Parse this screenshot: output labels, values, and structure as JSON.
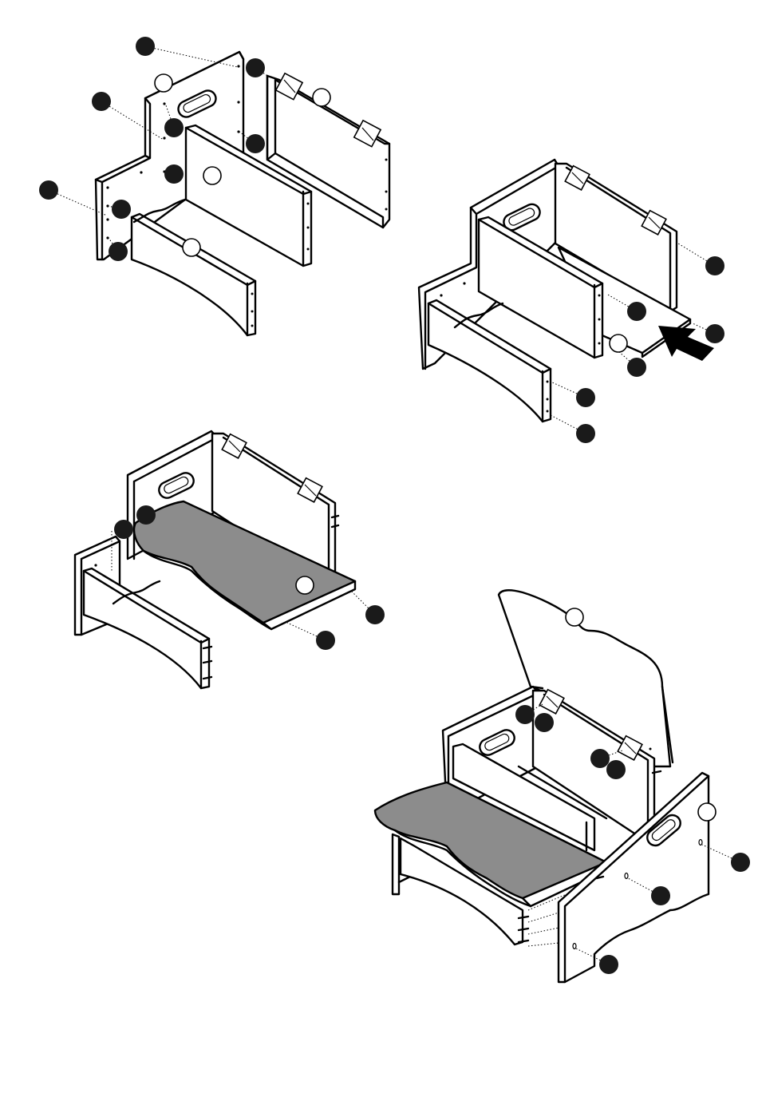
{
  "colors": {
    "line": "#000000",
    "panel_fill": "#ffffff",
    "seat_fill": "#8c8c8c",
    "callout_filled": "#1a1a1a",
    "callout_open": "#ffffff",
    "background": "#ffffff"
  },
  "steps": [
    {
      "name": "step-1",
      "callouts_filled": 9,
      "callouts_open": 4
    },
    {
      "name": "step-2",
      "callouts_filled": 6,
      "callouts_open": 1
    },
    {
      "name": "step-3",
      "callouts_filled": 4,
      "callouts_open": 1
    },
    {
      "name": "step-4",
      "callouts_filled": 7,
      "callouts_open": 2
    }
  ]
}
